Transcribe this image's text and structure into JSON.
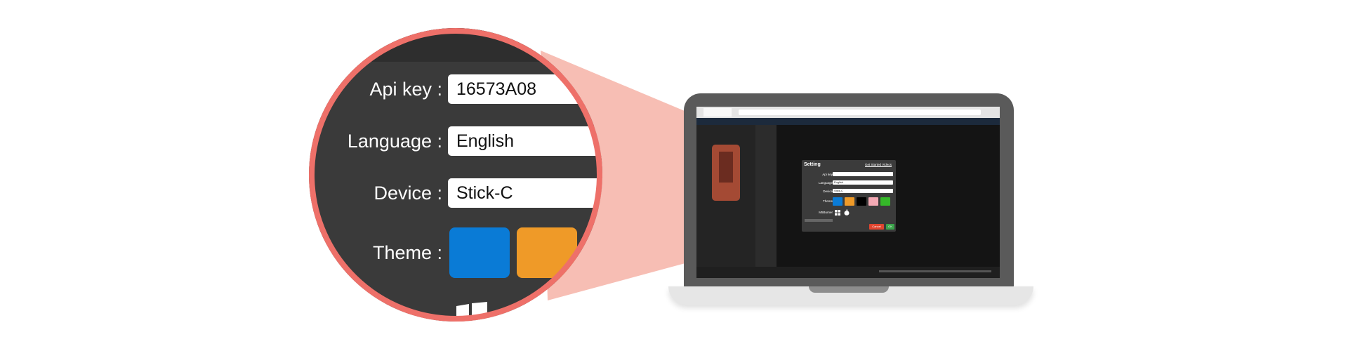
{
  "zoom": {
    "api_key_label": "Api key :",
    "api_key_value": "16573A08",
    "language_label": "Language :",
    "language_value": "English",
    "device_label": "Device :",
    "device_value": "Stick-C",
    "theme_label": "Theme :",
    "theme_colors": [
      "#0a7bd6",
      "#ef9a28"
    ]
  },
  "dialog": {
    "title": "Setting",
    "link": "Get Started Videos",
    "api_key_label": "Api key",
    "language_label": "Language",
    "language_value": "English",
    "device_label": "Device",
    "device_value": "Stick-C",
    "theme_label": "Theme",
    "theme_colors": [
      "#0a7bd6",
      "#ef9a28",
      "#000000",
      "#f4a9b4",
      "#35b829"
    ],
    "mburner_label": "M5Burner",
    "cancel_label": "Cancel",
    "ok_label": "OK"
  },
  "colors": {
    "highlight": "#ee7069",
    "beam": "#f6b9ae",
    "dialog_bg": "#3b3b3b"
  },
  "icons": [
    "windows-icon",
    "apple-icon"
  ]
}
